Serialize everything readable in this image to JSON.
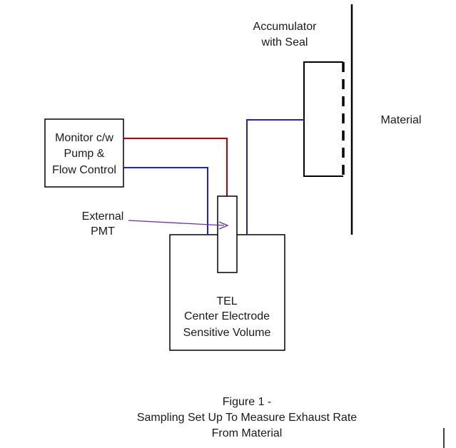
{
  "accumulator_label": [
    "Accumulator",
    "with Seal"
  ],
  "material_label": "Material",
  "monitor_label": [
    "Monitor c/w",
    "Pump &",
    "Flow Control"
  ],
  "pmt_label": [
    "External",
    "PMT"
  ],
  "tel_label": [
    "TEL",
    "Center Electrode",
    "Sensitive Volume"
  ],
  "caption": [
    "Figure 1 -",
    "Sampling Set Up To Measure Exhaust Rate",
    "From Material"
  ],
  "colors": {
    "outline": "#000000",
    "supply_line": "#c00000",
    "return_line": "#1f1fd6",
    "pointer_arrow": "#7030a0",
    "text": "#1a1a1a"
  }
}
